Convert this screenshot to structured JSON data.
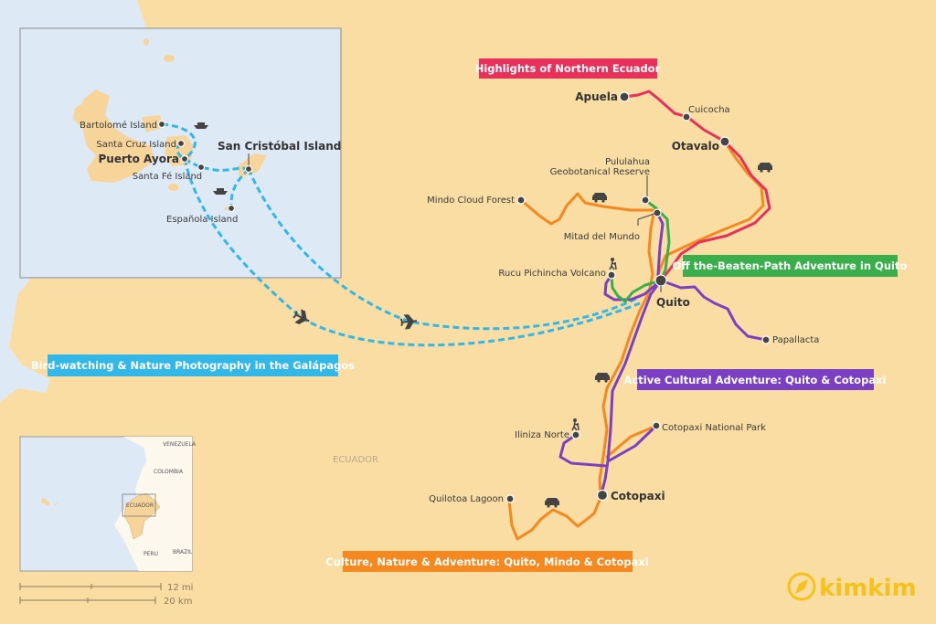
{
  "map": {
    "country_label": "ECUADOR",
    "colors": {
      "land": "#F9DDA3",
      "sea": "#DDEAF6",
      "galapagos_route": "#33B7E6",
      "northern_route": "#E8305A",
      "cultural_route": "#7B3FC4",
      "offbeat_route": "#3AAE4A",
      "mindo_route": "#F5891F",
      "logo": "#F5C21B"
    }
  },
  "routes": {
    "northern": "Highlights of Northern Ecuador",
    "offbeat": "Off the-Beaten-Path Adventure in Quito",
    "cultural": "Active Cultural Adventure: Quito & Cotopaxi",
    "mindo": "Culture, Nature & Adventure: Quito, Mindo & Cotopaxi",
    "galapagos": "Bird-watching & Nature Photography in the Galápagos"
  },
  "places": {
    "apuela": "Apuela",
    "cuicocha": "Cuicocha",
    "otavalo": "Otavalo",
    "pululahua_1": "Pululahua",
    "pululahua_2": "Geobotanical Reserve",
    "mindo": "Mindo Cloud Forest",
    "mitad": "Mitad del Mundo",
    "rucu": "Rucu Pichincha Volcano",
    "quito": "Quito",
    "papallacta": "Papallacta",
    "iliniza": "Iliniza Norte",
    "cotopaxi_np": "Cotopaxi National Park",
    "quilotoa": "Quilotoa Lagoon",
    "cotopaxi": "Cotopaxi"
  },
  "galapagos_inset": {
    "bartolome": "Bartolomé Island",
    "santa_cruz": "Santa Cruz Island",
    "puerto_ayora": "Puerto Ayora",
    "santa_fe": "Santa Fé Island",
    "san_cristobal": "San Cristóbal Island",
    "espanola": "Española Island"
  },
  "locator": {
    "venezuela": "VENEZUELA",
    "colombia": "COLOMBIA",
    "ecuador": "ECUADOR",
    "peru": "PERU",
    "brazil": "BRAZIL"
  },
  "scale": {
    "miles": "12 mi",
    "km": "20 km"
  },
  "logo": {
    "text": "kimkim"
  }
}
